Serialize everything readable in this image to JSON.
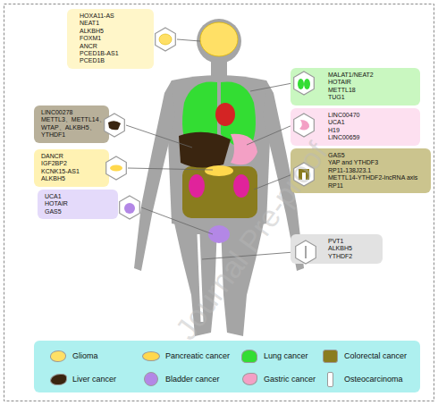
{
  "diagram": {
    "nodes": [
      {
        "text": [
          "HOXA11-AS",
          "NEAT1",
          "ALKBH5",
          "FOXM1",
          "ANCR",
          "PCED1B-AS1",
          "PCED1B"
        ]
      },
      {
        "text": [
          "MALAT1/NEAT2",
          "HOTAIR",
          "METTL18",
          "TUG1"
        ]
      },
      {
        "text": [
          "LINC00278",
          "METTL3、METTL14、",
          "WTAP、ALKBH5、",
          "YTHDF1"
        ]
      },
      {
        "text": [
          "LINC00470",
          "UCA1",
          "H19",
          "LINC00659"
        ]
      },
      {
        "text": [
          "DANCR",
          "IGF2BP2",
          "KCNK15-AS1",
          "ALKBH5"
        ]
      },
      {
        "text": [
          "GAS5",
          "YAP and YTHDF3",
          "RP11-138J23.1",
          "METTL14-YTHDF2-lncRNA axis",
          "RP11"
        ]
      },
      {
        "text": [
          "UCA1",
          "HOTAIR",
          "GAS5"
        ]
      },
      {
        "text": [
          "PVT1",
          "ALKBH5",
          "YTHDF2"
        ]
      }
    ],
    "labels": [
      "Journal Pre-proof"
    ],
    "legend": [
      {
        "text": "Glioma",
        "color": "#ffe066"
      },
      {
        "text": "Pancreatic cancer",
        "color": "#ffd84d"
      },
      {
        "text": "Lung cancer",
        "color": "#33dd33"
      },
      {
        "text": "Colorectal cancer",
        "color": "#8a7c1e"
      },
      {
        "text": "Liver cancer",
        "color": "#3a2510"
      },
      {
        "text": "Bladder cancer",
        "color": "#b387e6"
      },
      {
        "text": "Gastric cancer",
        "color": "#f3a0c5"
      },
      {
        "text": "Osteocarcinoma",
        "color": "#ffffff"
      }
    ]
  }
}
